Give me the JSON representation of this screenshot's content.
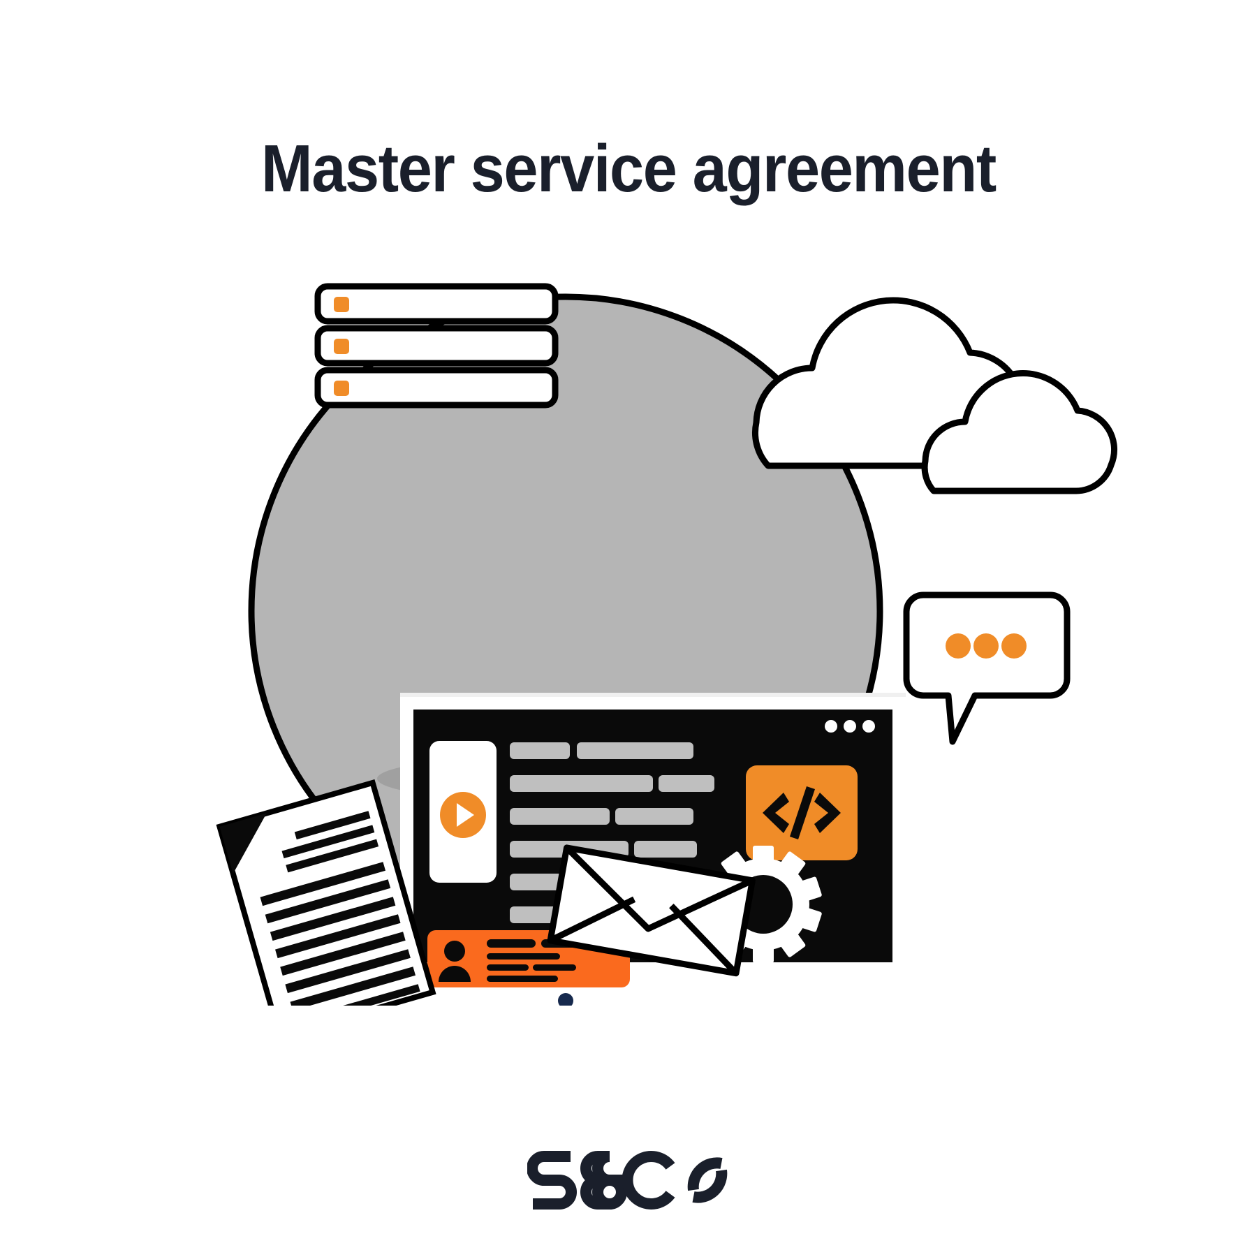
{
  "page": {
    "background_color": "#ffffff",
    "title": "Master service agreement",
    "title_color": "#1a1f2b"
  },
  "brand": {
    "logo_text": "s&co",
    "logo_color": "#1a1f2b"
  },
  "illustration": {
    "name": "master-service-agreement-illustration",
    "backdrop": {
      "shape": "circle",
      "fill": "#b5b5b5",
      "stroke": "#000000"
    },
    "palette": {
      "orange": "#f08c28",
      "orange_bright": "#fa6a1e",
      "black": "#0a0a0a",
      "white": "#ffffff",
      "gray_bar": "#bfbfbf",
      "gray_circle": "#b5b5b5",
      "navy_dot": "#16294d",
      "shadow": "#9a9a9a"
    },
    "elements": [
      {
        "name": "server-rack-stack",
        "count": 3,
        "indicator_color": "#f08c28",
        "indicator_count": 3
      },
      {
        "name": "cloud-large",
        "fill": "#ffffff",
        "stroke": "#000000"
      },
      {
        "name": "cloud-small",
        "fill": "#ffffff",
        "stroke": "#000000"
      },
      {
        "name": "desktop-monitor",
        "screen_fill": "#0a0a0a",
        "bezel_fill": "#ffffff"
      },
      {
        "name": "window-dots",
        "count": 3,
        "fill": "#ffffff"
      },
      {
        "name": "video-play-card",
        "card_fill": "#ffffff",
        "button_fill": "#f08c28"
      },
      {
        "name": "text-placeholder-bars",
        "fill": "#bfbfbf",
        "rows": 7
      },
      {
        "name": "code-button",
        "label": "</>",
        "fill": "#f08c28",
        "glyph_fill": "#0a0a0a"
      },
      {
        "name": "gears-group",
        "count": 2,
        "fill": "#ffffff"
      },
      {
        "name": "user-profile-card",
        "fill": "#fa6a1e",
        "detail_fill": "#0a0a0a"
      },
      {
        "name": "document-sheet",
        "fill": "#ffffff",
        "stroke": "#000000",
        "line_count": 14
      },
      {
        "name": "envelope",
        "fill": "#ffffff",
        "stroke": "#000000"
      },
      {
        "name": "chat-bubble",
        "fill": "#ffffff",
        "stroke": "#000000",
        "dot_count": 3,
        "dot_fill": "#f08c28"
      },
      {
        "name": "monitor-stand",
        "fill": "#f7f7f7"
      },
      {
        "name": "floor-shadow",
        "fill": "#9a9a9a"
      }
    ]
  }
}
